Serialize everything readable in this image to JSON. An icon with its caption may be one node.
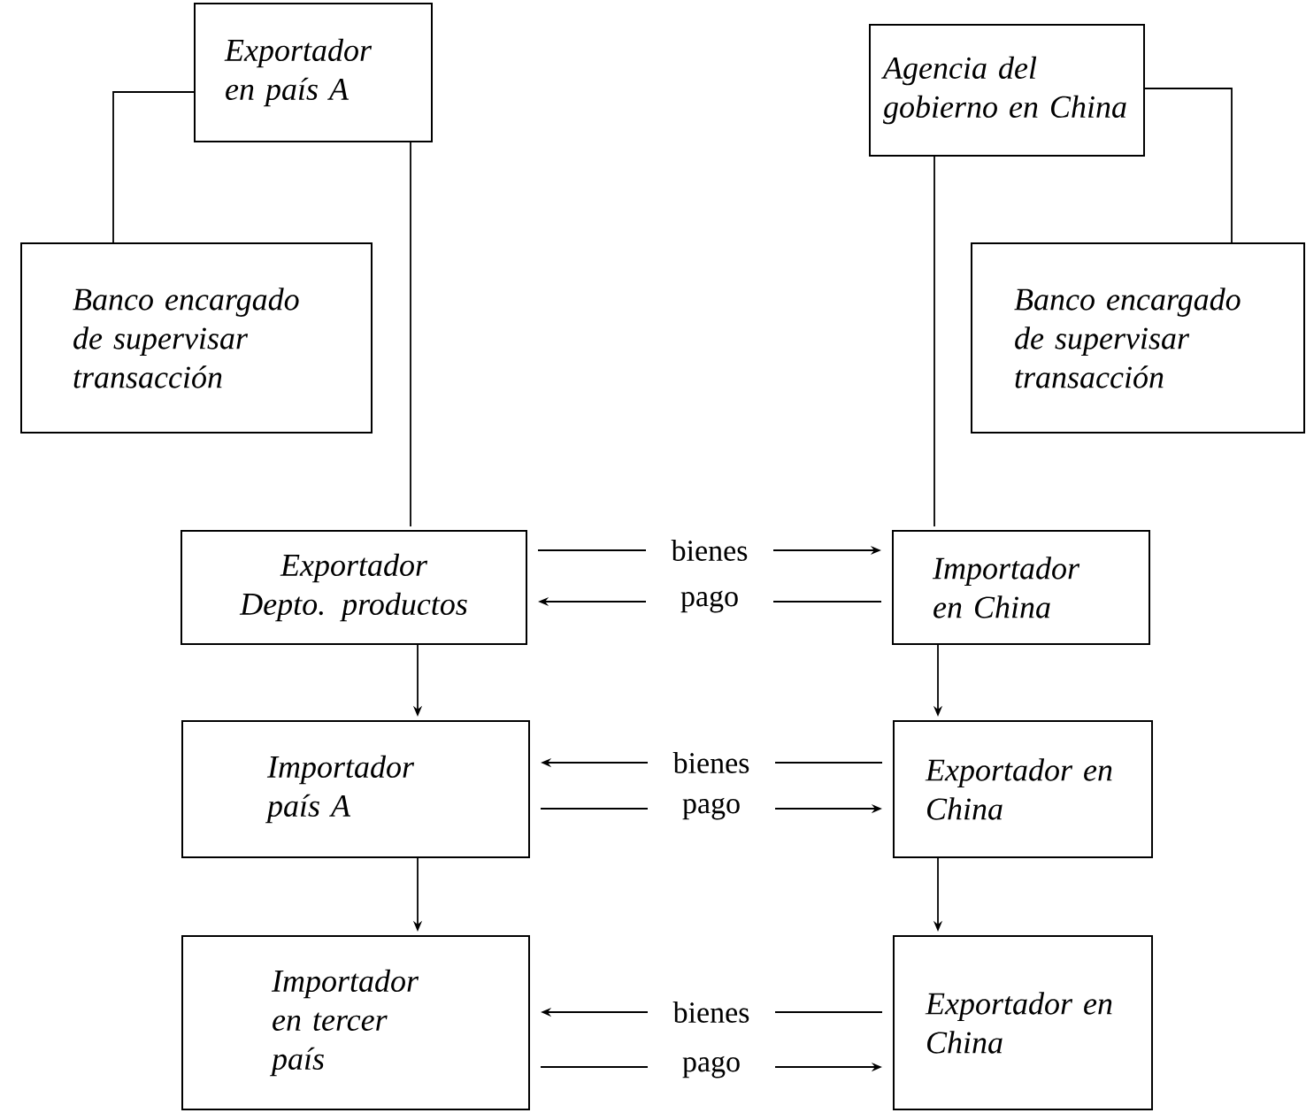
{
  "diagram": {
    "nodes": [
      {
        "text": [
          "Exportador en país A"
        ]
      },
      {
        "text": [
          "Banco encargado de supervisar transacción"
        ]
      },
      {
        "text": [
          "Agencia del gobierno en China"
        ]
      },
      {
        "text": [
          "Banco encargado de supervisar transacción"
        ]
      },
      {
        "text": [
          "Exportador Depto. productos"
        ]
      },
      {
        "text": [
          "Importador en China"
        ]
      },
      {
        "text": [
          "Importador país A"
        ]
      },
      {
        "text": [
          "Exportador en China"
        ]
      },
      {
        "text": [
          "Importador en tercer país"
        ]
      },
      {
        "text": [
          "Exportador en China"
        ]
      }
    ],
    "edges": [
      {
        "from": 0,
        "to": 1,
        "arrow": "none"
      },
      {
        "from": 0,
        "to": 4,
        "arrow": "none"
      },
      {
        "from": 2,
        "to": 3,
        "arrow": "none"
      },
      {
        "from": 2,
        "to": 5,
        "arrow": "none"
      },
      {
        "from": 4,
        "to": 5,
        "arrow": "to",
        "label": "bienes"
      },
      {
        "from": 5,
        "to": 4,
        "arrow": "to",
        "label": "pago"
      },
      {
        "from": 4,
        "to": 6,
        "arrow": "to"
      },
      {
        "from": 5,
        "to": 7,
        "arrow": "to"
      },
      {
        "from": 7,
        "to": 6,
        "arrow": "to",
        "label": "bienes"
      },
      {
        "from": 6,
        "to": 7,
        "arrow": "to",
        "label": "pago"
      },
      {
        "from": 6,
        "to": 8,
        "arrow": "to"
      },
      {
        "from": 7,
        "to": 9,
        "arrow": "to"
      },
      {
        "from": 9,
        "to": 8,
        "arrow": "to",
        "label": "bienes"
      },
      {
        "from": 8,
        "to": 9,
        "arrow": "to",
        "label": "pago"
      }
    ]
  }
}
